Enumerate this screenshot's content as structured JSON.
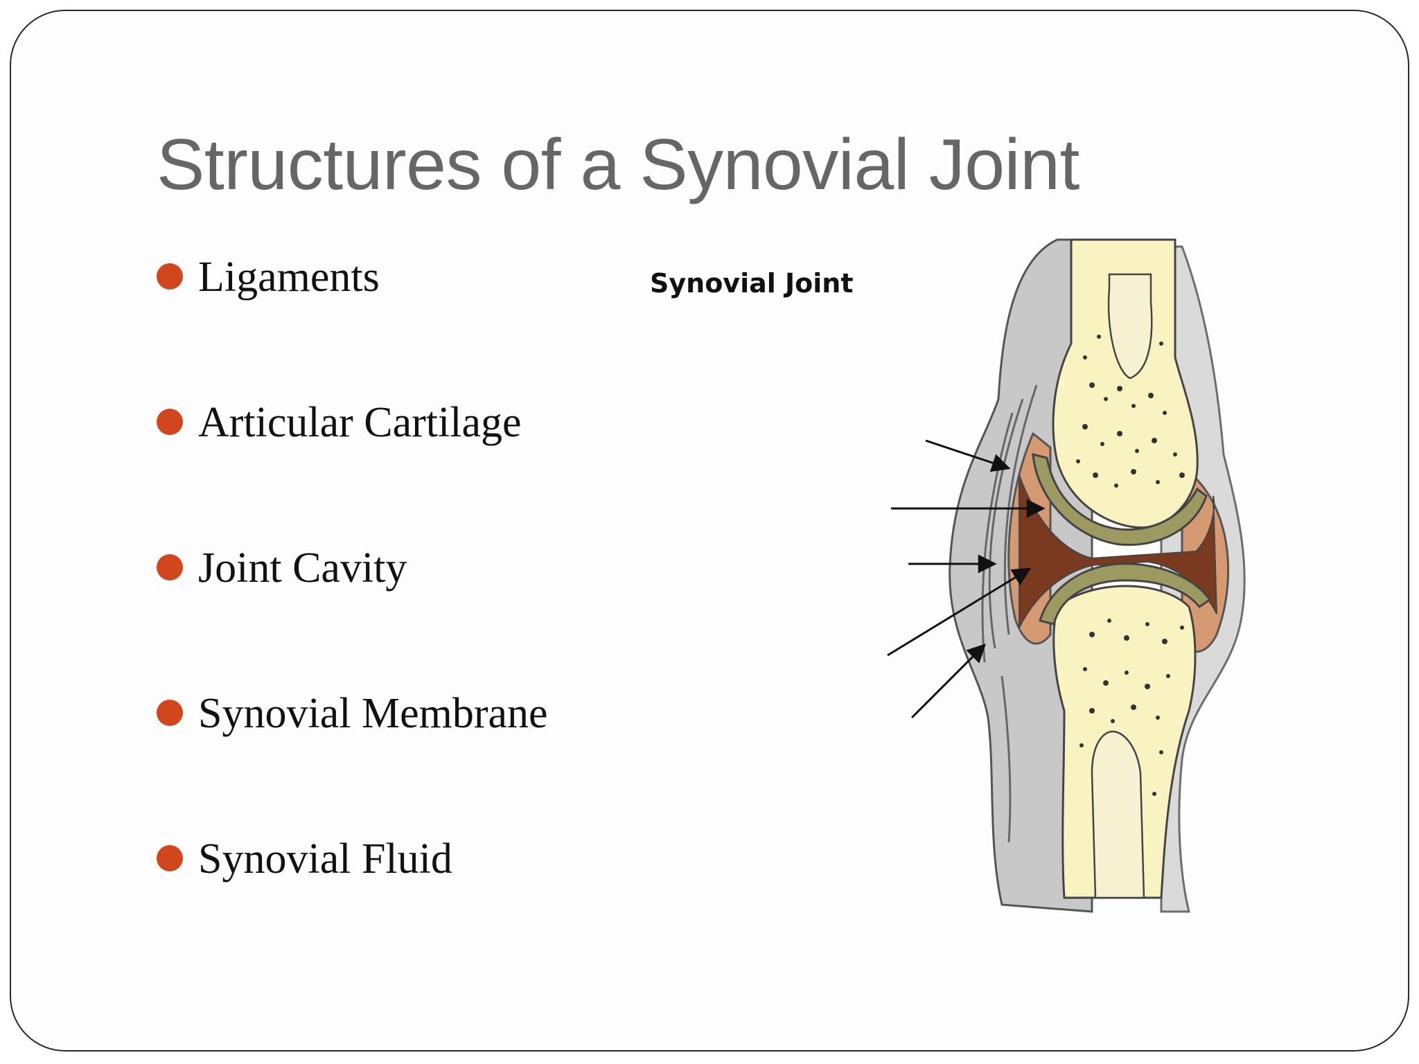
{
  "slide": {
    "title": "Structures of a Synovial Joint",
    "bullets": [
      "Ligaments",
      "Articular Cartilage",
      "Joint Cavity",
      "Synovial Membrane",
      "Synovial Fluid"
    ]
  },
  "diagram": {
    "caption": "Synovial Joint",
    "colors": {
      "bone": "#f8f3c0",
      "cartilage": "#9c9a60",
      "cavity": "#7a3a20",
      "membrane": "#d59a72",
      "ligament": "#c4c4c4",
      "bullet": "#d2461e"
    }
  }
}
